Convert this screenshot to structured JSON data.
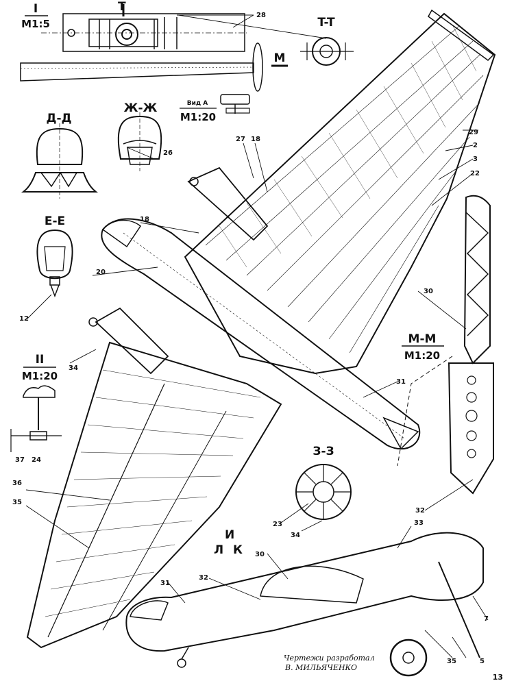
{
  "sections": {
    "s1": {
      "roman": "I",
      "scale": "M1:5"
    },
    "t_small": "T",
    "tt": "T-T",
    "m_mark": "M",
    "dd": "Д-Д",
    "zz": {
      "title": "Ж-Ж"
    },
    "vid": {
      "title": "Вид А",
      "scale": "M1:20"
    },
    "ee": "Е-Е",
    "s2": {
      "roman": "II",
      "scale": "M1:20"
    },
    "mm": {
      "title": "M-M",
      "scale": "M1:20"
    },
    "z3": "З-З",
    "lik": {
      "l": "Л",
      "i": "И",
      "k": "К"
    }
  },
  "callouts": {
    "c28": "28",
    "c29": "29",
    "c2": "2",
    "c3": "3",
    "c22": "22",
    "c27": "27",
    "c18a": "18",
    "c18b": "18",
    "c26": "26",
    "c20": "20",
    "c12": "12",
    "c30a": "30",
    "c34a": "34",
    "c31a": "31",
    "c37": "37",
    "c24": "24",
    "c36": "36",
    "c35a": "35",
    "c23": "23",
    "c34b": "34",
    "c32a": "32",
    "c33": "33",
    "c30b": "30",
    "c31b": "31",
    "c32b": "32",
    "c7": "7",
    "c35b": "35",
    "c5": "5"
  },
  "credit": {
    "line1": "Чертежи разработал",
    "line2": "В. МИЛЬЯЧЕНКО"
  },
  "page_number": "13"
}
